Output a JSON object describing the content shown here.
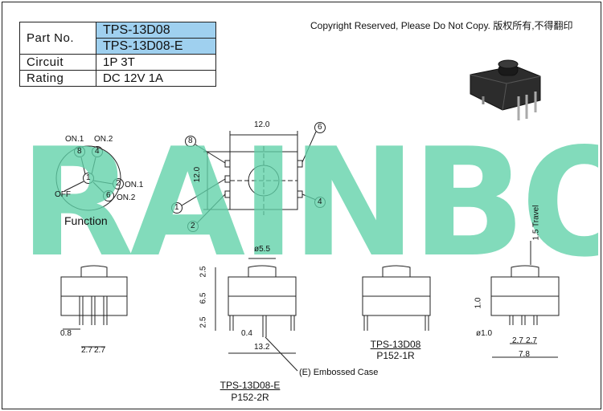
{
  "spec_table": {
    "part_no_label": "Part No.",
    "part_no_1": "TPS-13D08",
    "part_no_2": "TPS-13D08-E",
    "circuit_label": "Circuit",
    "circuit_value": "1P 3T",
    "rating_label": "Rating",
    "rating_value": "DC 12V 1A"
  },
  "copyright": "Copyright Reserved, Please Do Not Copy. 版权所有,不得翻印",
  "watermark": "RAINBOW",
  "function_diagram": {
    "title": "Function",
    "on1_top": "ON.1",
    "on2_top": "ON.2",
    "on1_right": "ON.1",
    "on2_right": "ON.2",
    "off": "OFF",
    "pin_8": "8",
    "pin_4": "4",
    "pin_1": "1",
    "pin_2": "2",
    "pin_6": "6"
  },
  "top_view": {
    "width_dim": "12.0",
    "height_dim": "12.0",
    "pin_8": "8",
    "pin_6": "6",
    "pin_1": "1",
    "pin_2": "2",
    "pin_4": "4"
  },
  "side_view_left": {
    "dim_pin": "0.8",
    "dim_pitch_1": "2.7",
    "dim_pitch_2": "2.7"
  },
  "side_view_center": {
    "dim_actuator": "ø5.5",
    "dim_h1": "2.5",
    "dim_h2": "6.5",
    "dim_h3": "2.5",
    "dim_pin": "0.4",
    "dim_width": "13.2",
    "embossed": "(E) Embossed Case",
    "model": "TPS-13D08-E",
    "drawing_no": "P152-2R"
  },
  "side_view_mid": {
    "model": "TPS-13D08",
    "drawing_no": "P152-1R"
  },
  "side_view_right": {
    "travel": "1.5 Travel",
    "dim_h": "1.0",
    "dim_hole": "ø1.0",
    "dim_pitch_1": "2.7",
    "dim_pitch_2": "2.7",
    "dim_width": "7.8"
  }
}
